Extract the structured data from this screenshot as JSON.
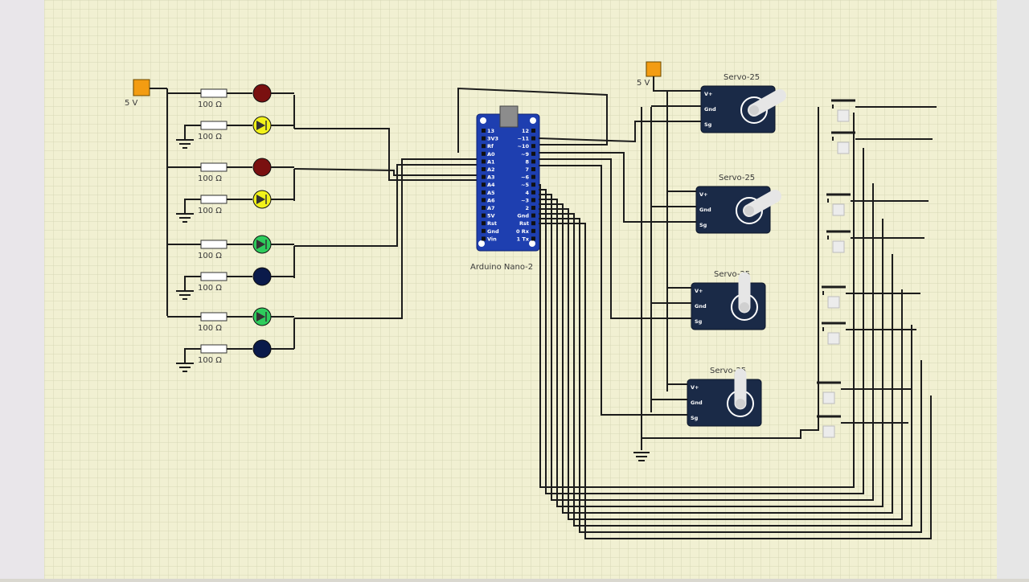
{
  "labels": {
    "v5": "5 V",
    "resistor": "100 Ω",
    "arduino": "Arduino Nano-2",
    "servo": "Servo-25"
  },
  "servo_pins": [
    "V+",
    "Gnd",
    "Sg"
  ],
  "arduino_left_pins": [
    "13",
    "3V3",
    "Rf",
    "A0",
    "A1",
    "A2",
    "A3",
    "A4",
    "A5",
    "A6",
    "A7",
    "5V",
    "Rst",
    "Gnd",
    "Vin"
  ],
  "arduino_right_pins": [
    "12",
    "~11",
    "~10",
    "~9",
    "8",
    "7",
    "~6",
    "~5",
    "4",
    "~3",
    "2",
    "Gnd",
    "Rst",
    "0 Rx",
    "1 Tx"
  ],
  "leds": [
    {
      "color": "#7a1010"
    },
    {
      "color": "#f2f21a"
    },
    {
      "color": "#7a1010"
    },
    {
      "color": "#f2f21a"
    },
    {
      "color": "#2ecc5c"
    },
    {
      "color": "#0a1a4a"
    },
    {
      "color": "#2ecc5c"
    },
    {
      "color": "#0a1a4a"
    }
  ],
  "colors": {
    "canvas": "#f0efcf",
    "grid": "#d8d9b8",
    "wire": "#1c1c1c",
    "board": "#1e3fb0",
    "servo_body": "#1a2a47",
    "source": "#f39c12"
  }
}
